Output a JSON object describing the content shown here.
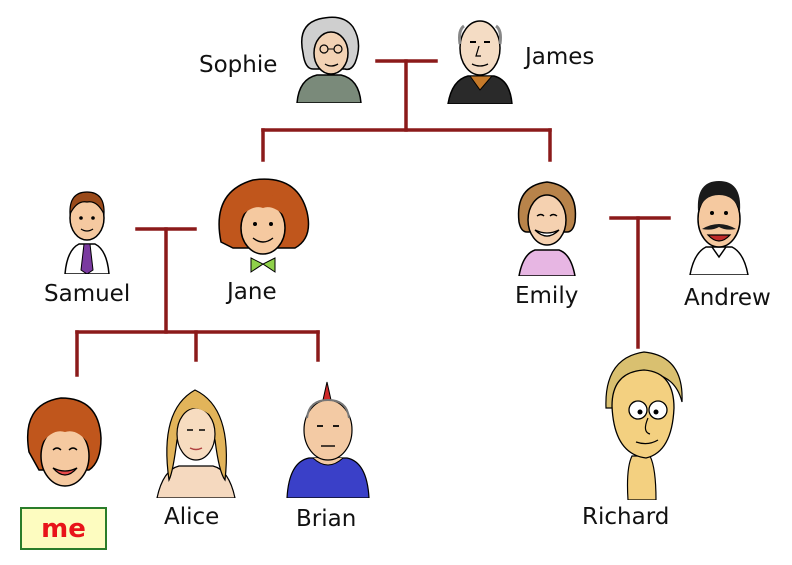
{
  "tree": {
    "line_color": "#8b1a1a",
    "people": {
      "sophie": "Sophie",
      "james": "James",
      "samuel": "Samuel",
      "jane": "Jane",
      "emily": "Emily",
      "andrew": "Andrew",
      "me": "me",
      "alice": "Alice",
      "brian": "Brian",
      "richard": "Richard"
    },
    "highlight": {
      "background": "#fdfcc0",
      "border": "#2a7d2a",
      "text": "#e8141a"
    }
  }
}
